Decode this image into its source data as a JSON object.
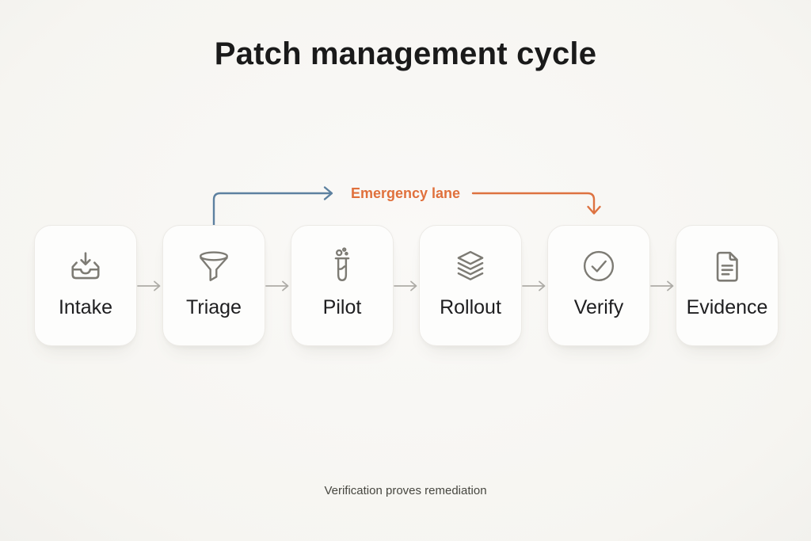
{
  "title": "Patch management cycle",
  "caption": "Verification proves remediation",
  "emergency_lane": {
    "label": "Emergency lane"
  },
  "stages": [
    {
      "label": "Intake",
      "icon": "inbox-arrow-down-icon"
    },
    {
      "label": "Triage",
      "icon": "funnel-icon"
    },
    {
      "label": "Pilot",
      "icon": "test-tube-icon"
    },
    {
      "label": "Rollout",
      "icon": "layers-icon"
    },
    {
      "label": "Verify",
      "icon": "check-circle-icon"
    },
    {
      "label": "Evidence",
      "icon": "document-icon"
    }
  ],
  "colors": {
    "background": "#f8f7f4",
    "card_background": "#fdfdfc",
    "card_border": "#eceae6",
    "icon_stroke": "#7d7b74",
    "connector_gray": "#aeaca7",
    "emergency_blue": "#5d81a0",
    "emergency_orange": "#dd7240",
    "title_text": "#1a1a1a",
    "label_text": "#1e1e20",
    "caption_text": "#46463f"
  }
}
